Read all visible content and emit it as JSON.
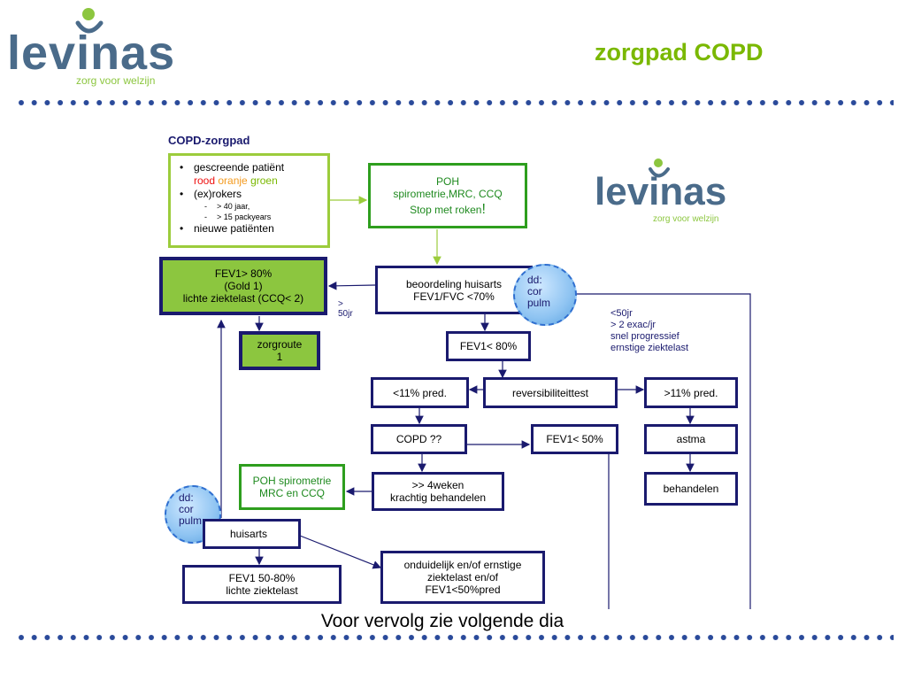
{
  "logo": {
    "name": "levinas",
    "tagline": "zorg voor welzijn",
    "color": "#4a6b8a",
    "accent": "#8cc63f"
  },
  "slide_title": "zorgpad COPD",
  "diagram_heading": "COPD-zorgpad",
  "criteria": {
    "item1": "gescreende patiënt",
    "colors": {
      "rood": "rood",
      "oranje": "oranje",
      "groen": "groen"
    },
    "item2": "(ex)rokers",
    "sub1": "> 40 jaar,",
    "sub2": "> 15  packyears",
    "item3": "nieuwe patiënten"
  },
  "poh_box": {
    "line1": "POH",
    "line2": "spirometrie,MRC, CCQ",
    "line3": "Stop met roken",
    "excl": "!"
  },
  "fev80_box": {
    "line1": "FEV1> 80%",
    "line2": "(Gold 1)",
    "line3": "lichte ziektelast (CCQ< 2)"
  },
  "beoordeling_box": {
    "line1": "beoordeling huisarts",
    "line2": "FEV1/FVC <70%"
  },
  "label_50jr": {
    "line1": ">",
    "line2": "50jr"
  },
  "dd_top": {
    "line1": "dd:",
    "line2": "cor",
    "line3": "pulm"
  },
  "criteria_note": {
    "line1": "<50jr",
    "line2": "> 2 exac/jr",
    "line3": "snel progressief",
    "line4": "ernstige ziektelast"
  },
  "zorgroute_box": {
    "line1": "zorgroute",
    "line2": "1"
  },
  "fev1_80_box": "FEV1< 80%",
  "lt11_box": "<11% pred.",
  "reversibiliteit_box": "reversibiliteittest",
  "gt11_box": ">11% pred.",
  "copd_box": "COPD ??",
  "fev1_50_box": "FEV1< 50%",
  "astma_box": "astma",
  "poh_spiro_box": {
    "line1": "POH spirometrie",
    "line2": "MRC en CCQ"
  },
  "krachtig_box": {
    "line1": ">> 4weken",
    "line2": "krachtig  behandelen"
  },
  "behandelen_box": "behandelen",
  "dd_bottom": {
    "line1": "dd:",
    "line2": "cor",
    "line3": "pulm"
  },
  "huisarts_box": "huisarts",
  "fev50_80_box": {
    "line1": "FEV1 50-80%",
    "line2": "lichte ziektelast"
  },
  "onduidelijk_box": {
    "line1": "onduidelijk en/of ernstige",
    "line2": "ziektelast en/of",
    "line3": "FEV1<50%pred"
  },
  "footer": "Voor vervolg zie volgende dia",
  "colors": {
    "navy": "#1a1a6e",
    "green": "#2e9e1e",
    "lime": "#8cc63f",
    "blue": "#2f6fd0",
    "title_green": "#7ab800"
  }
}
